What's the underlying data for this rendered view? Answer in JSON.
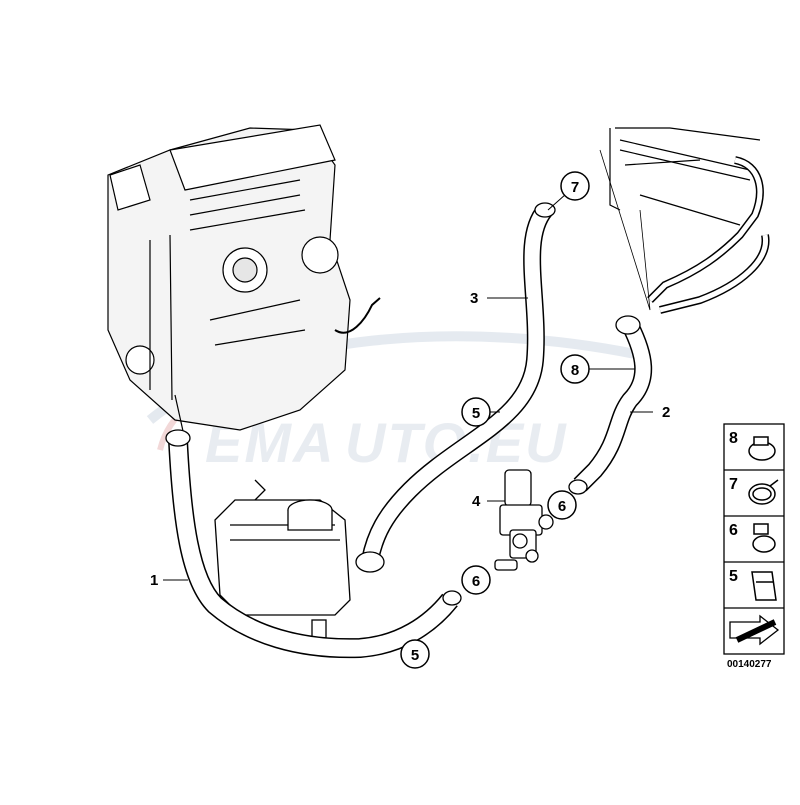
{
  "callouts": [
    {
      "num": "1",
      "circled": false
    },
    {
      "num": "2",
      "circled": false
    },
    {
      "num": "3",
      "circled": false
    },
    {
      "num": "4",
      "circled": false
    },
    {
      "num": "5",
      "circled": true
    },
    {
      "num": "5",
      "circled": true
    },
    {
      "num": "6",
      "circled": true
    },
    {
      "num": "6",
      "circled": true
    },
    {
      "num": "7",
      "circled": true
    },
    {
      "num": "8",
      "circled": true
    }
  ],
  "legend": {
    "items": [
      {
        "num": "8",
        "part": "hose-clamp-large"
      },
      {
        "num": "7",
        "part": "spring-clamp"
      },
      {
        "num": "6",
        "part": "hose-clamp-small"
      },
      {
        "num": "5",
        "part": "clip"
      }
    ]
  },
  "diagram_id": "00140277",
  "watermark": {
    "text_left": "EMA",
    "text_right": "UTO.EU",
    "color_a": "#cfd8e3",
    "color_b": "#e9b9b9"
  },
  "colors": {
    "line": "#000000",
    "hose_fill": "#ffffff",
    "engine_fill": "#f4f4f4"
  }
}
